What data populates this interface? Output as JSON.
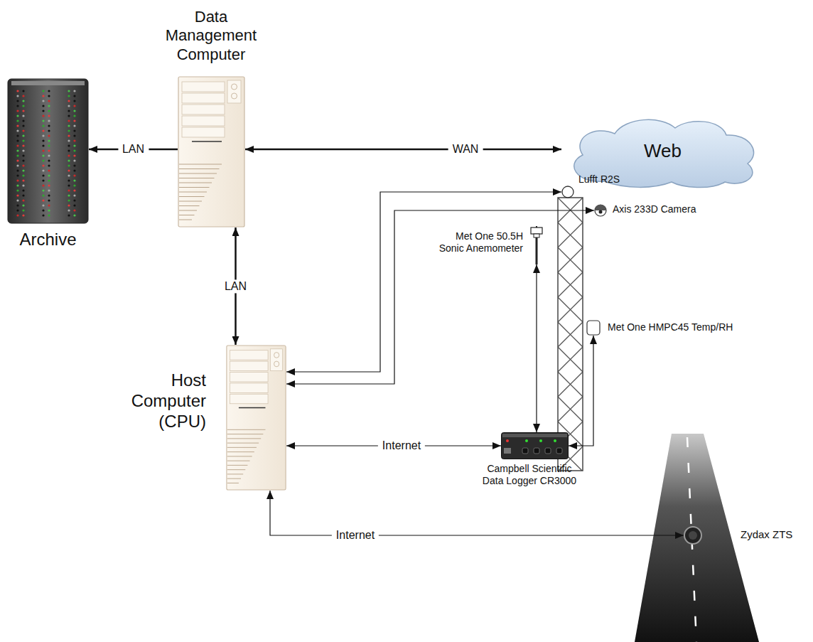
{
  "diagram": {
    "nodes": [
      {
        "text": [
          "Data Management Computer"
        ]
      },
      {
        "text": [
          "Archive"
        ]
      },
      {
        "text": [
          "Web"
        ]
      },
      {
        "text": [
          "Lufft R2S"
        ]
      },
      {
        "text": [
          "Axis 233D Camera"
        ]
      },
      {
        "text": [
          "Met One 50.5H Sonic Anemometer"
        ]
      },
      {
        "text": [
          "Host Computer (CPU)"
        ]
      },
      {
        "text": [
          "Met One HMPC45 Temp/RH"
        ]
      },
      {
        "text": [
          "Campbell Scientific Data Logger CR3000"
        ]
      },
      {
        "text": [
          "Zydax ZTS"
        ]
      }
    ],
    "edges": [
      {
        "from": 0,
        "to": 1,
        "label": "LAN",
        "arrow": "to"
      },
      {
        "from": 0,
        "to": 2,
        "label": "WAN",
        "arrow": "both"
      },
      {
        "from": 0,
        "to": 6,
        "label": "LAN",
        "arrow": "both"
      },
      {
        "from": 6,
        "to": 3,
        "arrow": "both"
      },
      {
        "from": 6,
        "to": 4,
        "arrow": "both"
      },
      {
        "from": 5,
        "to": 8,
        "arrow": "both"
      },
      {
        "from": 7,
        "to": 8,
        "arrow": "both"
      },
      {
        "from": 8,
        "to": 6,
        "label": "Internet",
        "arrow": "both"
      },
      {
        "from": 6,
        "to": 9,
        "label": "Internet",
        "arrow": "both"
      }
    ]
  }
}
